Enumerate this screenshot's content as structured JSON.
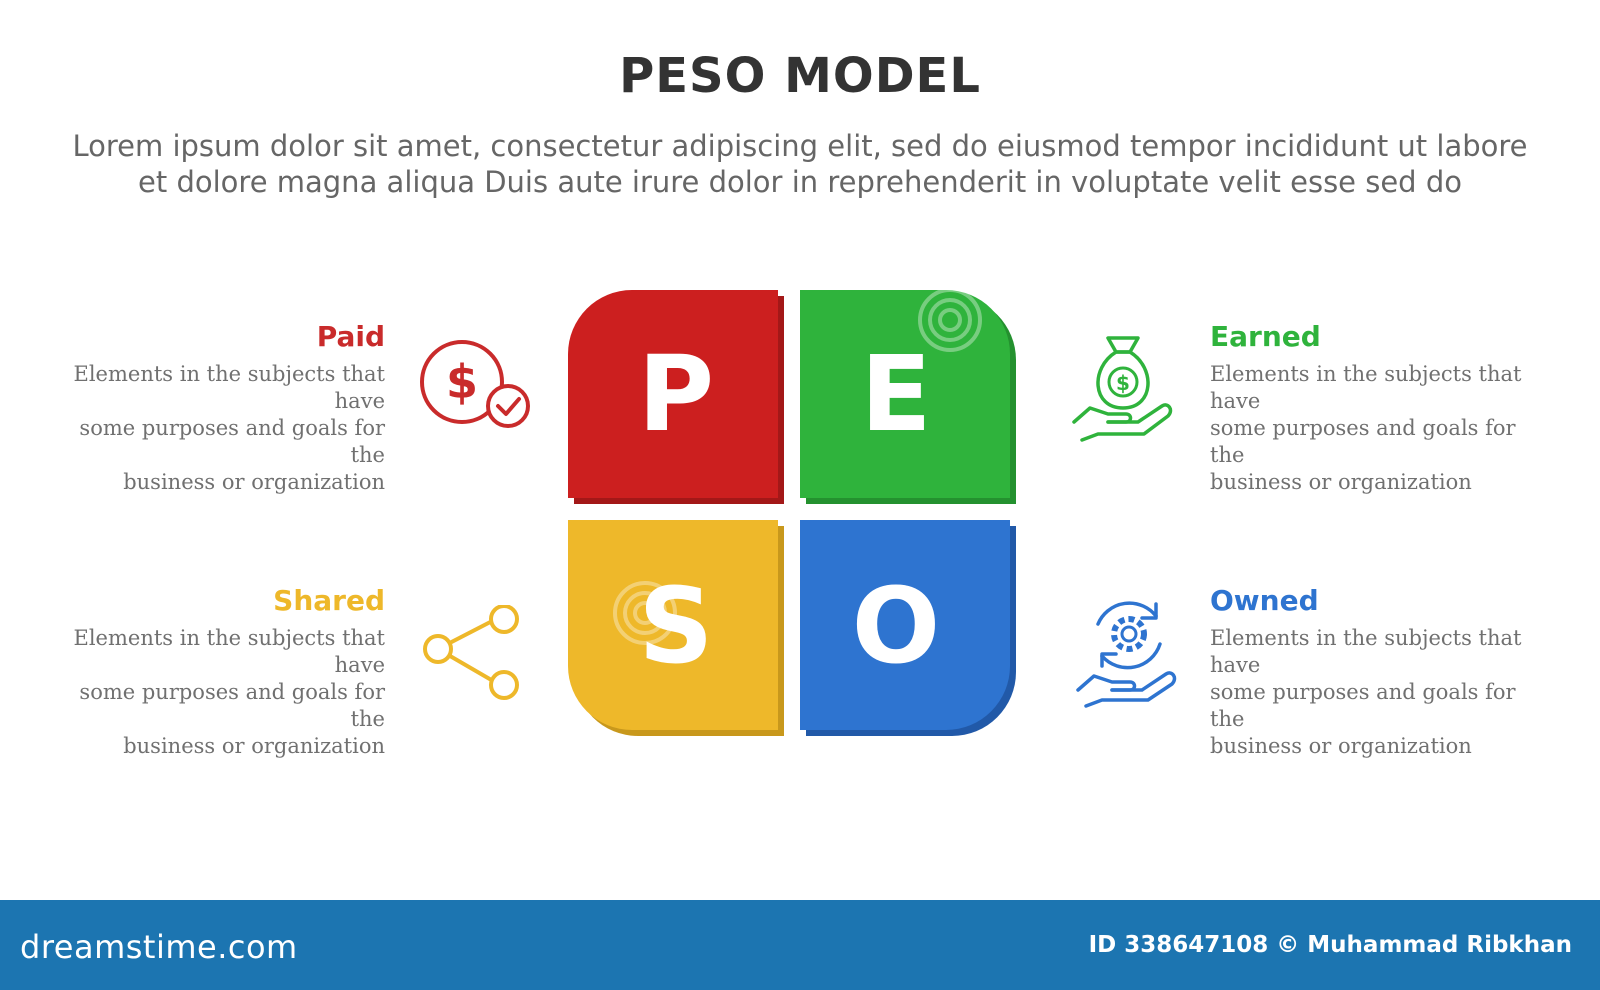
{
  "header": {
    "title": "PESO MODEL",
    "subtitle_line1": "Lorem ipsum dolor sit amet, consectetur adipiscing elit, sed do eiusmod tempor incididunt ut labore",
    "subtitle_line2": "et dolore magna aliqua Duis aute irure dolor in reprehenderit in voluptate velit esse sed do"
  },
  "quadrants": [
    {
      "letter": "P",
      "color": "#cc1f1f"
    },
    {
      "letter": "E",
      "color": "#2fb33c"
    },
    {
      "letter": "S",
      "color": "#eeb82a"
    },
    {
      "letter": "O",
      "color": "#2e74d0"
    }
  ],
  "items": {
    "paid": {
      "title": "Paid",
      "color": "#c92b2b",
      "icon": "dollar-check-icon",
      "line1": "Elements in the subjects that have",
      "line2": "some purposes and goals for the",
      "line3": "business or organization"
    },
    "earned": {
      "title": "Earned",
      "color": "#2fb33c",
      "icon": "money-bag-hand-icon",
      "line1": "Elements in the subjects that have",
      "line2": "some purposes and goals for the",
      "line3": "business or organization"
    },
    "shared": {
      "title": "Shared",
      "color": "#eeb82a",
      "icon": "share-icon",
      "line1": "Elements in the subjects that have",
      "line2": "some purposes and goals for the",
      "line3": "business or organization"
    },
    "owned": {
      "title": "Owned",
      "color": "#2e74d0",
      "icon": "gear-hand-icon",
      "line1": "Elements in the subjects that have",
      "line2": "some purposes and goals for the",
      "line3": "business or organization"
    }
  },
  "footer": {
    "brand": "dreamstime.com",
    "credit": "ID 338647108 © Muhammad Ribkhan"
  }
}
